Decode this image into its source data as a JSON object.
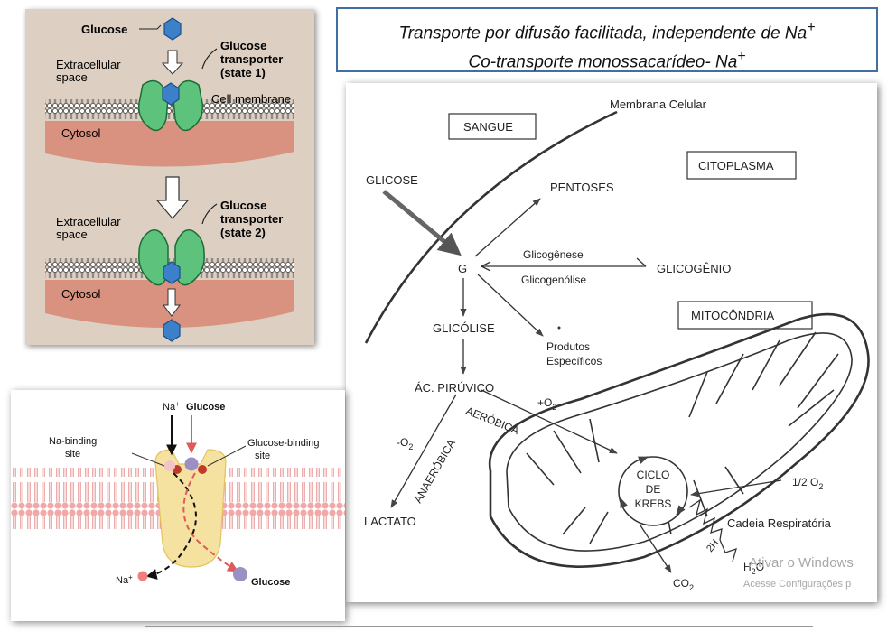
{
  "title_box": {
    "line1_main": "Transporte por difusão facilitada, independente de Na",
    "line1_sup": "+",
    "line2_main": "Co-transporte monossacarídeo- Na",
    "line2_sup": "+"
  },
  "glut_panel": {
    "glucose": "Glucose",
    "extracellular_top": [
      "Extracellular",
      "space"
    ],
    "extracellular_bottom": [
      "Extracellular",
      "space"
    ],
    "transporter_state1": [
      "Glucose",
      "transporter",
      "(state 1)"
    ],
    "transporter_state2": [
      "Glucose",
      "transporter",
      "(state 2)"
    ],
    "cell_membrane": "Cell membrane",
    "cytosol_top": "Cytosol",
    "cytosol_bottom": "Cytosol",
    "colors": {
      "background": "#ddd0c2",
      "cytosol": "#d9927f",
      "transporter": "#49b86a",
      "glucose": "#3b80c9"
    }
  },
  "sglt_panel": {
    "na_top_main": "Na",
    "na_top_sup": "+",
    "glucose_top": "Glucose",
    "na_binding": [
      "Na-binding",
      "site"
    ],
    "glucose_binding": [
      "Glucose-binding",
      "site"
    ],
    "na_bottom_main": "Na",
    "na_bottom_sup": "+",
    "glucose_bottom": "Glucose",
    "colors": {
      "head": "#f0a8a8",
      "tail": "#e88a8a",
      "protein": "#f5e2a0",
      "na": "#e84a5f",
      "glucose": "#9b8fc4"
    }
  },
  "metab_panel": {
    "membrana_celular": "Membrana Celular",
    "sangue": "SANGUE",
    "citoplasma": "CITOPLASMA",
    "glicose": "GLICOSE",
    "pentoses": "PENTOSES",
    "g": "G",
    "glicogenese": "Glicogênese",
    "glicogenolise": "Glicogenólise",
    "glicogenio": "GLICOGÊNIO",
    "mitocondria": "MITOCÔNDRIA",
    "glicolise": "GLICÓLISE",
    "produtos": [
      "Produtos",
      "Específicos"
    ],
    "ac_piruvico": "ÁC. PIRÚVICO",
    "plus_o2_main": "+O",
    "plus_o2_sub": "2",
    "aerobica": "AERÓBICA",
    "minus_o2_main": "-O",
    "minus_o2_sub": "2",
    "anaerobica": "ANAERÓBICA",
    "lactato": "LACTATO",
    "ciclo": [
      "CICLO",
      "DE",
      "KREBS"
    ],
    "half_o2_main": "1/2 O",
    "half_o2_sub": "2",
    "cadeia": "Cadeia Respiratória",
    "two_h": "2H",
    "h2o_pre": "H",
    "h2o_sub": "2",
    "h2o_post": "O",
    "co2_main": "CO",
    "co2_sub": "2",
    "watermark1": "Ativar o Windows",
    "watermark2": "Acesse Configurações p"
  }
}
